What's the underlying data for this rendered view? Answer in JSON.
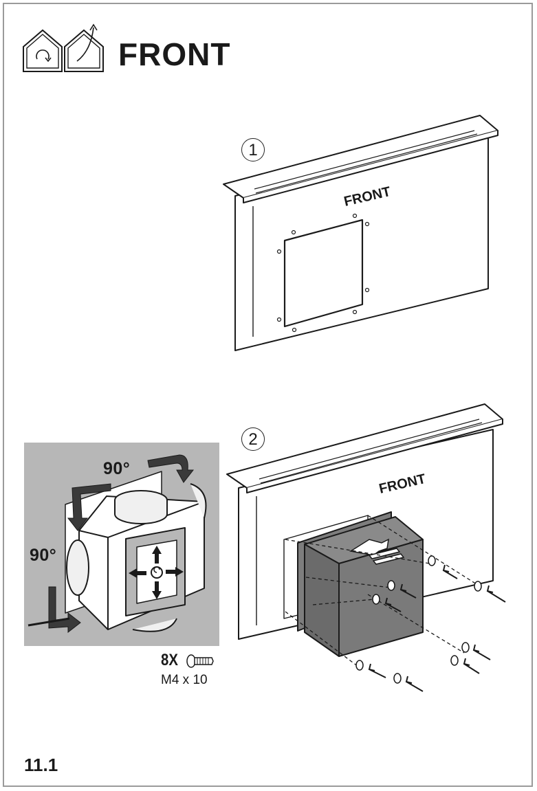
{
  "header": {
    "title": "FRONT",
    "icons": [
      "recirculation-icon",
      "extraction-icon"
    ]
  },
  "steps": [
    {
      "number": "1",
      "hood_label": "FRONT"
    },
    {
      "number": "2",
      "hood_label": "FRONT"
    }
  ],
  "fan_module": {
    "rotation_top": "90°",
    "rotation_left": "90°"
  },
  "screws": {
    "count": "8X",
    "size": "M4 x 10"
  },
  "page_number": "11.1"
}
